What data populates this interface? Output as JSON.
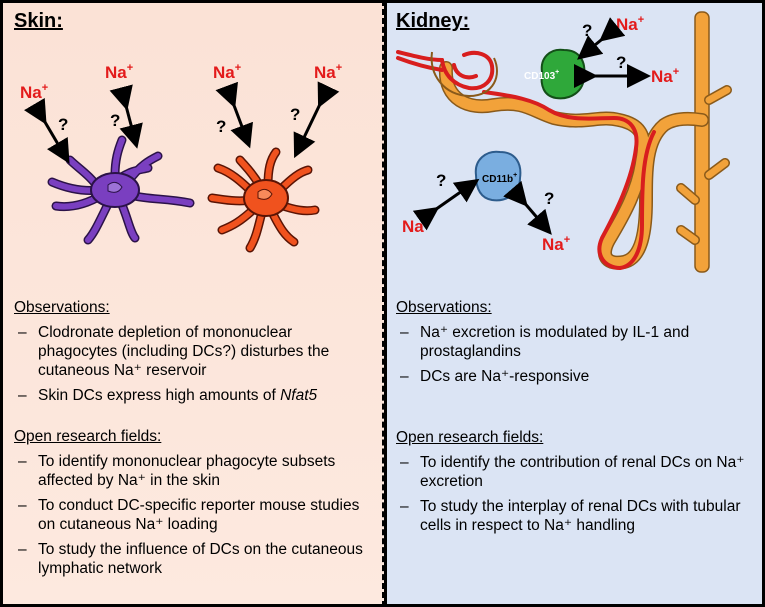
{
  "skin": {
    "title": "Skin:",
    "observations": {
      "heading": "Observations:",
      "items": [
        "Clodronate depletion of mononuclear phagocytes (including DCs?) disturbes the cutaneous Na⁺ reservoir",
        "Skin DCs express high amounts of Nfat5"
      ]
    },
    "research": {
      "heading": "Open research fields:",
      "items": [
        "To identify mononuclear phagocyte subsets affected by Na⁺ in the skin",
        "To conduct DC-specific reporter mouse studies on cutaneous Na⁺ loading",
        "To study the influence of DCs on the cutaneous lymphatic network"
      ]
    },
    "diagram": {
      "na_label": "Na",
      "na_sup": "+",
      "question": "?"
    }
  },
  "kidney": {
    "title": "Kidney:",
    "observations": {
      "heading": "Observations:",
      "items": [
        "Na⁺ excretion is modulated by  IL-1 and prostaglandins",
        "DCs are Na⁺-responsive"
      ]
    },
    "research": {
      "heading": "Open research fields:",
      "items": [
        "To identify the contribution of renal DCs on Na⁺ excretion",
        "To study the interplay of renal DCs with tubular cells in respect to Na⁺ handling"
      ]
    },
    "diagram": {
      "cd103": "CD103",
      "cd11b": "CD11b",
      "cell_sup": "+",
      "na_label": "Na",
      "na_sup": "+",
      "question": "?"
    }
  },
  "colors": {
    "skin_bg": "#fbe2d6",
    "kidney_bg": "#dbe4f4",
    "na_red": "#e31b1b",
    "dc_purple": "#7a3fc0",
    "dc_orange": "#f0521e",
    "tubule": "#f2a23a",
    "capillary": "#d81e1e",
    "cd103_green": "#2fa83a",
    "cd11b_blue": "#7aaee0"
  }
}
